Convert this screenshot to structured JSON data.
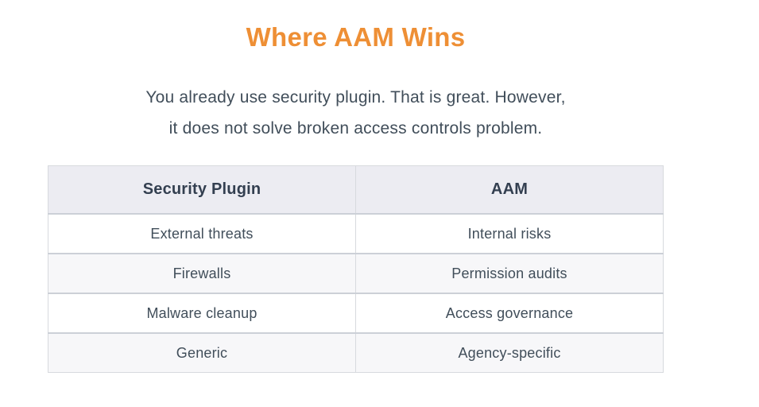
{
  "title": "Where AAM Wins",
  "subtitle": {
    "line1": "You already use security plugin. That is great. However,",
    "line2": "it does not solve broken access controls problem."
  },
  "table": {
    "headers": [
      "Security Plugin",
      "AAM"
    ],
    "rows": [
      [
        "External threats",
        "Internal risks"
      ],
      [
        "Firewalls",
        "Permission audits"
      ],
      [
        "Malware cleanup",
        "Access governance"
      ],
      [
        "Generic",
        "Agency-specific"
      ]
    ]
  },
  "colors": {
    "accent_orange": "#EE8F35",
    "heading_text": "#333F50",
    "body_text": "#414E5A",
    "table_header_bg": "#ECECF2",
    "row_alt_bg": "#F7F7F9",
    "border": "#D7DADE"
  }
}
